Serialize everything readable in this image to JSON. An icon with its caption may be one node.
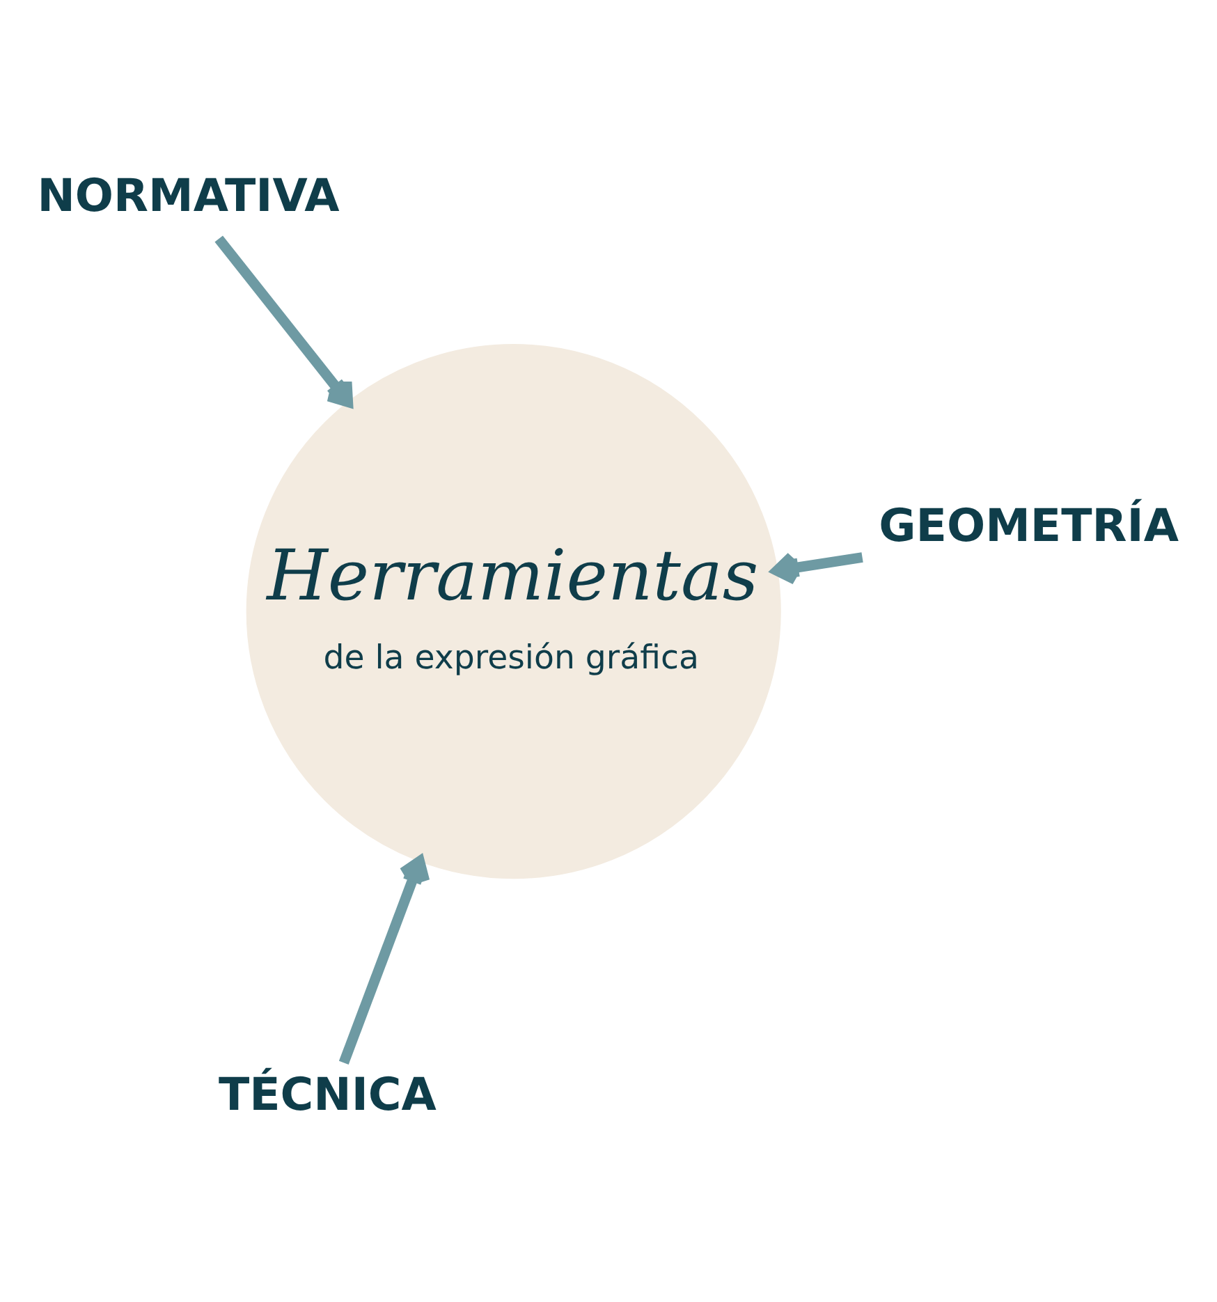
{
  "diagram": {
    "nodes": [
      {
        "text": [
          "Herramientas",
          "de la expresión gráfica"
        ]
      },
      {
        "text": [
          "GEOMETRÍA"
        ]
      },
      {
        "text": [
          "TÉCNICA"
        ]
      },
      {
        "text": [
          "NORMATIVA"
        ]
      }
    ],
    "edges": [
      {
        "from": 1,
        "to": 0,
        "arrow": "to"
      },
      {
        "from": 2,
        "to": 0,
        "arrow": "to"
      },
      {
        "from": 3,
        "to": 0,
        "arrow": "to"
      }
    ]
  }
}
